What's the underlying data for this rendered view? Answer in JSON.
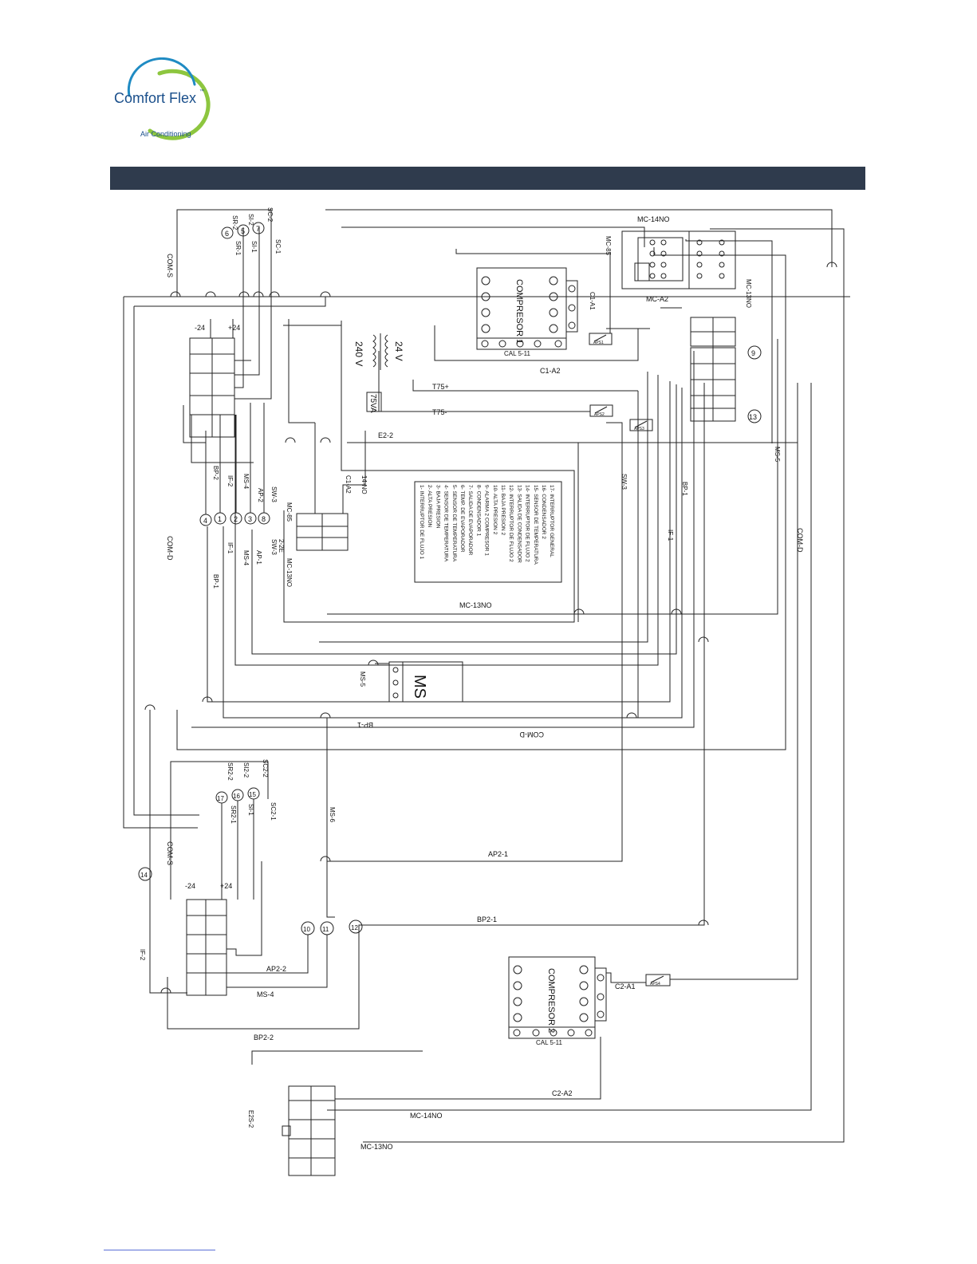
{
  "brand": {
    "name": "Comfort Flex",
    "trademark": "™",
    "tagline": "Air Conditioning",
    "colors": {
      "arc_green": "#8dc63f",
      "arc_blue": "#1f8bc3",
      "text_blue": "#1a4f8b",
      "banner": "#2f3b4d"
    }
  },
  "diagram": {
    "compressor1": {
      "label": "COMPRESOR 1",
      "cal": "CAL 5-11",
      "terminal": "C1-A1",
      "out": "C1-A2"
    },
    "compressor2": {
      "label": "COMPRESOR 2",
      "cal": "CAL 5-11",
      "terminal": "C2-A1",
      "out": "C2-A2"
    },
    "transformer": {
      "primary": "240 V",
      "secondary": "24 V",
      "rating": "75VA",
      "t_plus": "T75+",
      "t_minus": "T75-"
    },
    "ms_box": "MS",
    "legend": [
      "1- INTERRUPTOR DE FLUJO 1",
      "2- ALTA PRESION",
      "3- BAJA PRESION",
      "4- SENSOR DE TEMPERATURA",
      "5- SENSOR DE TEMPERATURA",
      "6- TEMP. DE EVAPORADOR",
      "7- SALIDA DE EVAPORADOR",
      "8- CONDENSADOR 1",
      "9- ALARMA 2 COMPRESOR 1",
      "10- ALTA PRESION 2",
      "11- BAJA PRESION 2",
      "12- INTERRUPTOR DE FLUJO 2",
      "13- SALIDA DE CONDENSADOR",
      "14- INTERRUPTOR DE FLUJO 2",
      "15- SENSOR DE TEMPERATURA",
      "16- CONDENSADOR 2",
      "17- INTERRUPTOR GENERAL"
    ],
    "labels": {
      "mc14no_top": "MC-14NO",
      "mc85_top": "MC-85",
      "mca2": "MC-A2",
      "mc13no_right": "MC-13NO",
      "mc13no_mid": "MC-13NO",
      "mc13no_left": "MC-13NO",
      "mc13no_bottom": "MC-13NO",
      "mc14no_bottom": "MC-14NO",
      "com_s_top": "COM-S",
      "com_s_bottom": "COM-S",
      "com_d_left": "COM-D",
      "com_d_right": "COM-D",
      "com_d_bottom": "COM-D",
      "m24_top": "-24",
      "p24_top": "+24",
      "m24_bottom": "-24",
      "p24_bottom": "+24",
      "sc2": "SC-2",
      "sc1": "SC-1",
      "si2": "SI-2",
      "si1": "SI-1",
      "sr2": "SR-2",
      "sr1": "SR-1",
      "sc22": "SC2-2",
      "sc21": "SC2-1",
      "si22": "SI2-2",
      "si21": "SI-1",
      "sr22": "SR2-2",
      "sr21": "SR2-1",
      "bp2": "BP-2",
      "bp1": "BP-1",
      "bp1_right": "BP-1",
      "bp1_bottom": "BP-1",
      "if2": "IF-2",
      "if1": "IF-1",
      "if1_right": "IF-1",
      "if2_low": "IF-2",
      "ms4": "MS-4",
      "ms4_low": "MS-4",
      "ms4_bottom": "MS-4",
      "ms5": "MS-5",
      "ms5_right": "MS-5",
      "ms6": "MS-6",
      "ap2": "AP-2",
      "ap1": "AP-1",
      "sw3": "SW-3",
      "sw3_low": "SW-3",
      "sw3_right": "SW-3",
      "mc85_mid": "MC-85",
      "c1a2_mid": "C1-A2",
      "no14": "14-NO",
      "e22": "E2-2",
      "e22_low": "2-2E",
      "e2s2": "E2S-2",
      "ap21": "AP2-1",
      "ap22": "AP2-2",
      "bp21": "BP2-1",
      "bp22": "BP2-2",
      "aps1": "APS1",
      "aps2": "APS2",
      "aps3": "APS3",
      "aps4": "APS4"
    },
    "circles": [
      "1",
      "2",
      "3",
      "4",
      "5",
      "6",
      "7",
      "8",
      "9",
      "10",
      "11",
      "12",
      "13",
      "14",
      "15",
      "16",
      "17"
    ]
  }
}
